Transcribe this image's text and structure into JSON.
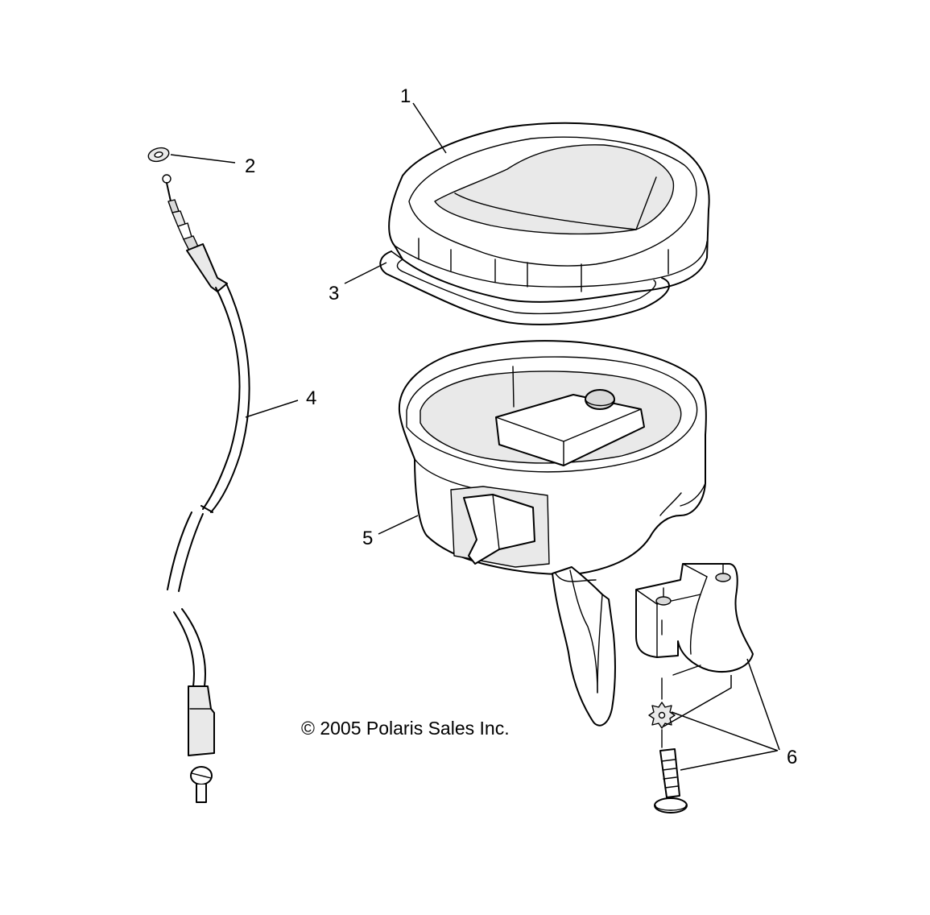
{
  "callouts": {
    "c1": "1",
    "c2": "2",
    "c3": "3",
    "c4": "4",
    "c5": "5",
    "c6": "6"
  },
  "copyright": "© 2005 Polaris Sales Inc.",
  "colors": {
    "ink": "#000000",
    "background": "#ffffff",
    "shading": "#e9e9e9"
  }
}
